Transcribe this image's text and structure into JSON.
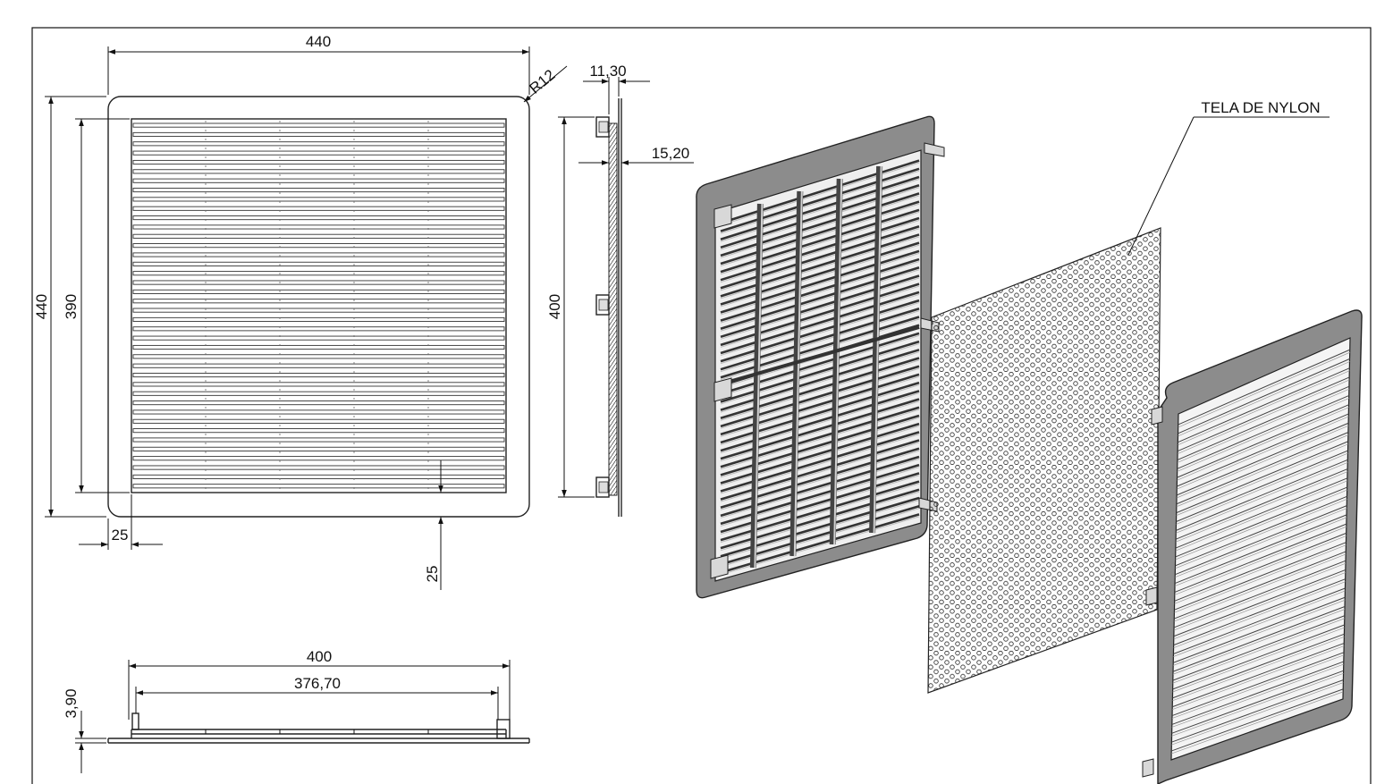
{
  "colors": {
    "line": "#111111",
    "frame": "#8c8c8c",
    "frameDark": "#555555",
    "slat": "#f4f4f4",
    "background": "#ffffff"
  },
  "front_view": {
    "width": "440",
    "height": "440",
    "inner_height": "390",
    "radius": "R12",
    "margin_left": "25",
    "margin_bottom": "25"
  },
  "side_view": {
    "depth_top": "11,30",
    "depth_mid": "15,20",
    "height": "400"
  },
  "bottom_view": {
    "overall": "400",
    "inner": "376,70",
    "thickness": "3,90"
  },
  "exploded_view": {
    "mesh_label": "TELA DE  NYLON"
  }
}
